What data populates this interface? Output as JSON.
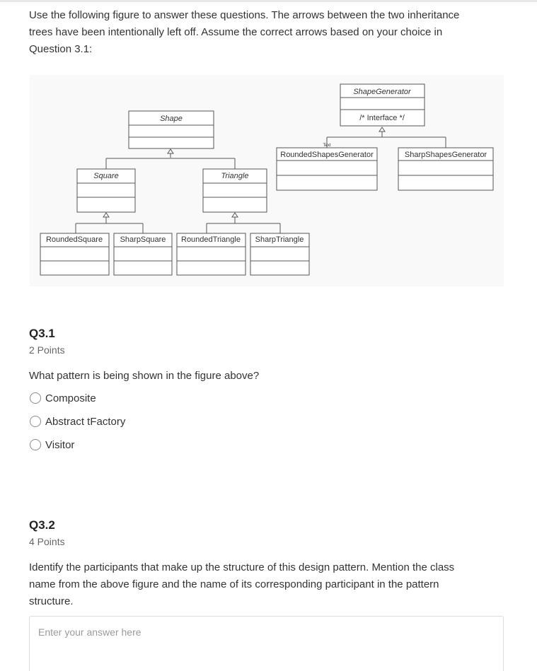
{
  "intro": {
    "line1": "Use the following figure to answer these questions. The arrows between the two inheritance",
    "line2": "trees have been intentionally left off. Assume the correct arrows based on your choice in",
    "line3": "Question 3.1:"
  },
  "diagram": {
    "classes": {
      "shape": "Shape",
      "square": "Square",
      "triangle": "Triangle",
      "rounded_square": "RoundedSquare",
      "sharp_square": "SharpSquare",
      "rounded_triangle": "RoundedTriangle",
      "sharp_triangle": "SharpTriangle",
      "shape_generator": "ShapeGenerator",
      "interface_note": "/* Interface */",
      "rounded_generator": "RoundedShapesGenerator",
      "sharp_generator": "SharpShapesGenerator",
      "stray_text": "Text"
    }
  },
  "q31": {
    "title": "Q3.1",
    "points": "2 Points",
    "question": "What pattern is being shown in the figure above?",
    "options": [
      "Composite",
      "Abstract tFactory",
      "Visitor"
    ]
  },
  "q32": {
    "title": "Q3.2",
    "points": "4 Points",
    "line1": "Identify the participants that make up the structure of this design pattern. Mention the class",
    "line2": "name from the above figure and the name of its corresponding participant in the pattern",
    "line3": "structure.",
    "placeholder": "Enter your answer here"
  }
}
